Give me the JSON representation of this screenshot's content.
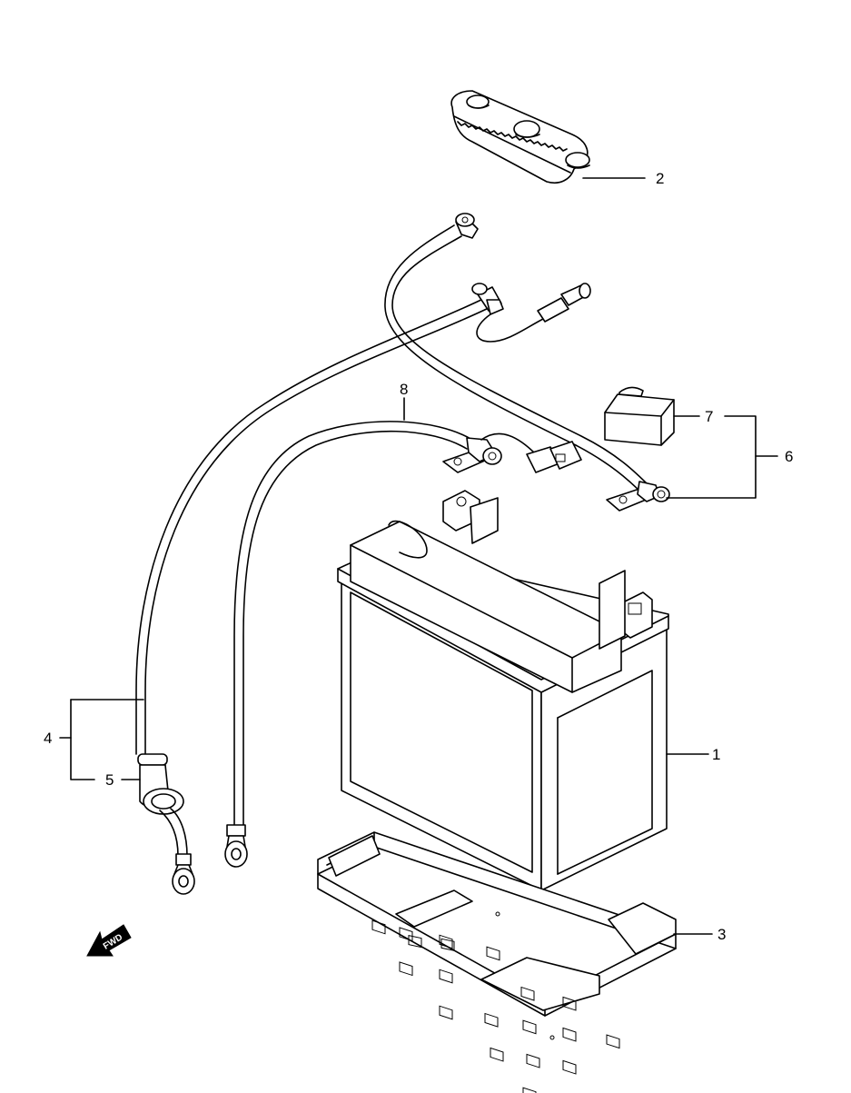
{
  "callouts": {
    "c1": "1",
    "c2": "2",
    "c3": "3",
    "c4": "4",
    "c5": "5",
    "c6": "6",
    "c7": "7",
    "c8": "8"
  },
  "fwd_label": "FWD"
}
